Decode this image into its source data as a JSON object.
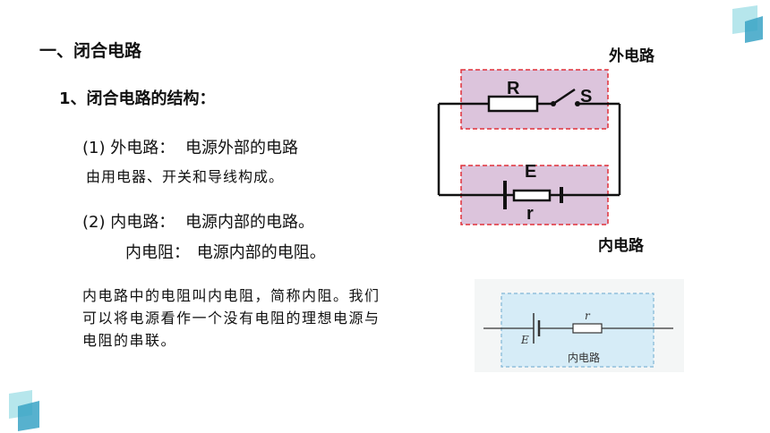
{
  "section_title": "一、闭合电路",
  "subsection_title": "1、闭合电路的结构：",
  "external": {
    "label": "(1) 外电路：",
    "definition": "电源外部的电路",
    "note": "由用电器、开关和导线构成。"
  },
  "internal": {
    "label": "(2) 内电路：",
    "definition": "电源内部的电路。",
    "resistance_label": "内电阻：",
    "resistance_definition": "电源内部的电阻。"
  },
  "paragraph_lines": [
    "内电路中的电阻叫内电阻，简称内阻。我们",
    "可以将电源看作一个没有电阻的理想电源与",
    "电阻的串联。"
  ],
  "circuit": {
    "outer_label": "外电路",
    "inner_label": "内电路",
    "R": "R",
    "S": "S",
    "E": "E",
    "r": "r"
  },
  "small_diagram": {
    "E": "E",
    "r": "r",
    "caption": "内电路"
  },
  "colors": {
    "pink_fill": "#dcc4dc",
    "dash": "#e0303a",
    "blue_fill": "#d6ecf7",
    "blue_dash": "#7fb6d6",
    "deco_light": "#b6e6ec",
    "deco_dark": "#3aa3c6"
  }
}
